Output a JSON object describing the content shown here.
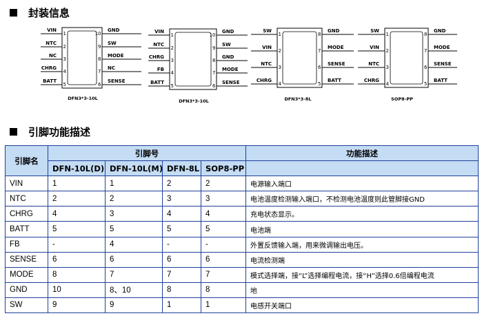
{
  "section1_title": "封装信息",
  "section2_title": "引脚功能描述",
  "packages": [
    {
      "label": "DFN3*3-10L",
      "left_pins": [
        {
          "num": "1",
          "name": "VIN"
        },
        {
          "num": "2",
          "name": "NTC"
        },
        {
          "num": "3",
          "name": "NC"
        },
        {
          "num": "4",
          "name": "CHRG"
        },
        {
          "num": "5",
          "name": "BATT"
        }
      ],
      "right_pins": [
        {
          "num": "10",
          "name": "GND"
        },
        {
          "num": "9",
          "name": "SW"
        },
        {
          "num": "8",
          "name": "MODE"
        },
        {
          "num": "7",
          "name": "NC"
        },
        {
          "num": "6",
          "name": "SENSE"
        }
      ]
    },
    {
      "label": "DFN3*3-10L",
      "left_pins": [
        {
          "num": "1",
          "name": "VIN"
        },
        {
          "num": "2",
          "name": "NTC"
        },
        {
          "num": "3",
          "name": "CHRG"
        },
        {
          "num": "4",
          "name": "FB"
        },
        {
          "num": "5",
          "name": "BATT"
        }
      ],
      "right_pins": [
        {
          "num": "10",
          "name": "GND"
        },
        {
          "num": "9",
          "name": "SW"
        },
        {
          "num": "8",
          "name": "GND"
        },
        {
          "num": "7",
          "name": "MODE"
        },
        {
          "num": "6",
          "name": "SENSE"
        }
      ]
    },
    {
      "label": "DFN3*3-8L",
      "left_pins": [
        {
          "num": "1",
          "name": "SW"
        },
        {
          "num": "2",
          "name": "VIN"
        },
        {
          "num": "3",
          "name": "NTC"
        },
        {
          "num": "4",
          "name": "CHRG"
        }
      ],
      "right_pins": [
        {
          "num": "8",
          "name": "GND"
        },
        {
          "num": "7",
          "name": "MODE"
        },
        {
          "num": "6",
          "name": "SENSE"
        },
        {
          "num": "5",
          "name": "BATT"
        }
      ]
    },
    {
      "label": "SOP8-PP",
      "left_pins": [
        {
          "num": "1",
          "name": "SW"
        },
        {
          "num": "2",
          "name": "VIN"
        },
        {
          "num": "3",
          "name": "NTC"
        },
        {
          "num": "4",
          "name": "CHRG"
        }
      ],
      "right_pins": [
        {
          "num": "8",
          "name": "GND"
        },
        {
          "num": "7",
          "name": "MODE"
        },
        {
          "num": "6",
          "name": "SENSE"
        },
        {
          "num": "5",
          "name": "BATT"
        }
      ]
    }
  ],
  "table": {
    "header_pin_name": "引脚名",
    "header_pin_number": "引脚号",
    "header_function": "功能描述",
    "sub_headers": [
      "DFN-10L(D)",
      "DFN-10L(M)",
      "DFN-8L",
      "SOP8-PP"
    ],
    "rows": [
      {
        "name": "VIN",
        "d": "1",
        "m": "1",
        "dfn8": "2",
        "sop8": "2",
        "func": "电源输入端口"
      },
      {
        "name": "NTC",
        "d": "2",
        "m": "2",
        "dfn8": "3",
        "sop8": "3",
        "func": "电池温度检测输入端口，不检测电池温度则此管脚接GND"
      },
      {
        "name": "CHRG",
        "d": "4",
        "m": "3",
        "dfn8": "4",
        "sop8": "4",
        "func": "充电状态显示。"
      },
      {
        "name": "BATT",
        "d": "5",
        "m": "5",
        "dfn8": "5",
        "sop8": "5",
        "func": "电池端"
      },
      {
        "name": "FB",
        "d": "-",
        "m": "4",
        "dfn8": "-",
        "sop8": "-",
        "func": "外置反馈输入端，用来微调输出电压。"
      },
      {
        "name": "SENSE",
        "d": "6",
        "m": "6",
        "dfn8": "6",
        "sop8": "6",
        "func": "电流检测端"
      },
      {
        "name": "MODE",
        "d": "8",
        "m": "7",
        "dfn8": "7",
        "sop8": "7",
        "func": "模式选择端，接“L”选择编程电流，接“H”选择0.6倍编程电流"
      },
      {
        "name": "GND",
        "d": "10",
        "m": "8、10",
        "dfn8": "8",
        "sop8": "8",
        "func": "地"
      },
      {
        "name": "SW",
        "d": "9",
        "m": "9",
        "dfn8": "1",
        "sop8": "1",
        "func": "电感开关端口"
      }
    ]
  }
}
